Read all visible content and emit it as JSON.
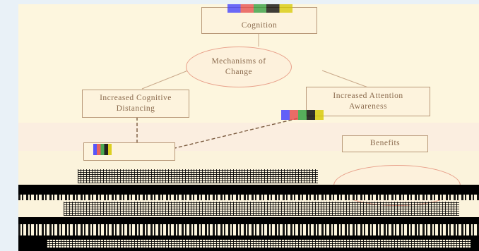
{
  "diagram": {
    "nodes": {
      "top": "Cognition",
      "center": "Mechanisms of\nChange",
      "left": "Increased Cognitive\nDistancing",
      "right": "Increased Attention\nAwareness",
      "benefits": "Benefits"
    }
  },
  "palette": {
    "box_border": "#b89878",
    "ellipse_border": "#e8a08a",
    "text": "#8a6a4d",
    "background": "#fdf6de",
    "corruption": "#000000"
  }
}
